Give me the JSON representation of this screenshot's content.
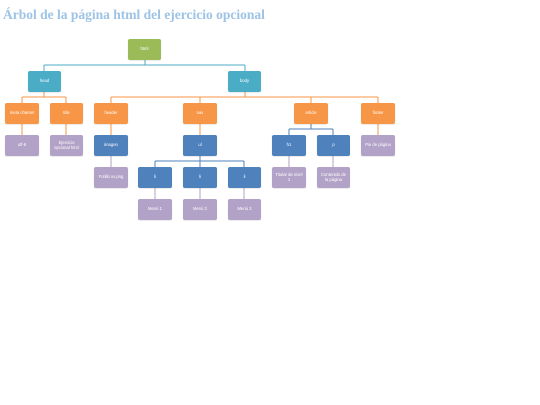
{
  "title": "Árbol de la página html del ejercicio opcional",
  "colors": {
    "root": "#9bbb59",
    "level1": "#4bacc6",
    "level2": "#f79646",
    "level3": "#4f81bd",
    "leaf": "#b3a2c7",
    "connector_root": "#4bacc6",
    "connector_body": "#f79646",
    "connector_inner": "#4f81bd",
    "connector_leaf": "#b3a2c7"
  },
  "nodes": {
    "html": "html",
    "head": "head",
    "body": "body",
    "meta_charset": "meta charset",
    "title_tag": "title",
    "header": "header",
    "nav": "nav",
    "article": "article",
    "footer": "footer",
    "utf8": "utf-8",
    "ejercicio_opcional": "Ejercicio opcional html",
    "imagen": "imagen",
    "ul": "ul",
    "h1": "h1",
    "p": "p",
    "pie_pagina": "Pie de página",
    "foto": "Fotillo xx.png",
    "li_1": "li",
    "li_2": "li",
    "li_3": "li",
    "titular": "Titular de nivel 1",
    "contenido": "Contenido de la página",
    "menu_1": "Menú 1",
    "menu_2": "Menú 2",
    "menu_3": "Menú 3"
  }
}
